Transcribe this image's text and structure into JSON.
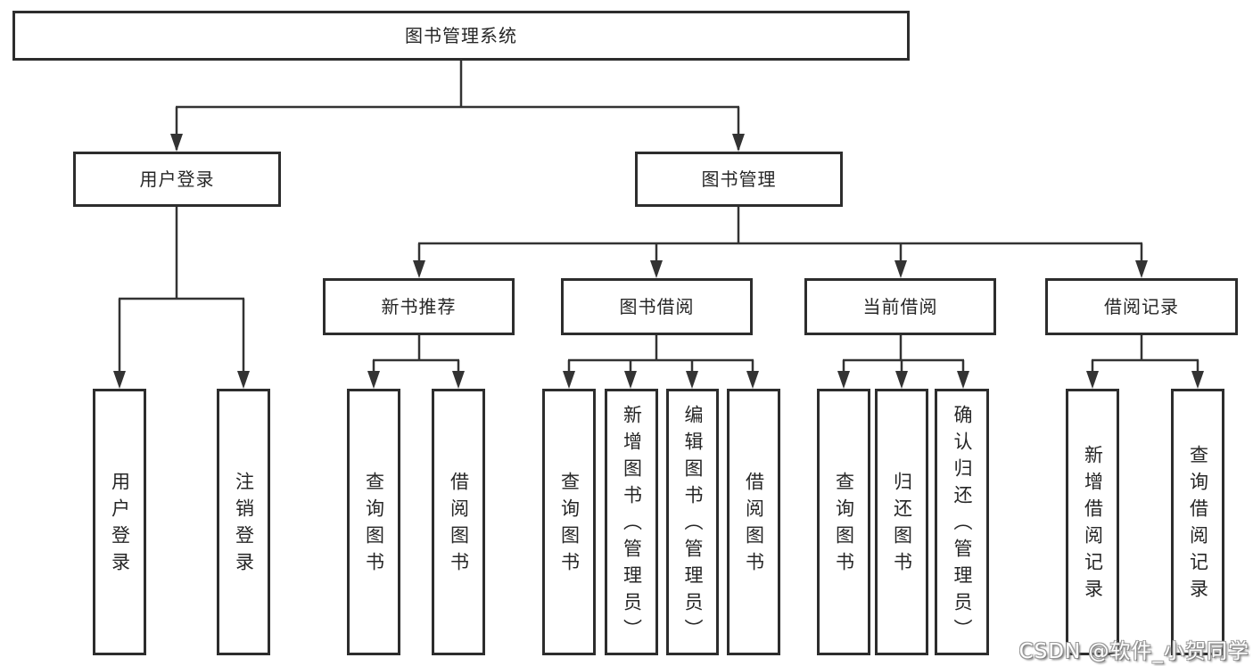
{
  "diagram": {
    "root_label": "图书管理系统",
    "branches": [
      {
        "label": "用户登录",
        "leaves": [
          "用户登录",
          "注销登录"
        ]
      },
      {
        "label": "图书管理",
        "children": [
          {
            "label": "新书推荐",
            "leaves": [
              "查询图书",
              "借阅图书"
            ]
          },
          {
            "label": "图书借阅",
            "leaves": [
              "查询图书",
              "新增图书（管理员）",
              "编辑图书（管理员）",
              "借阅图书"
            ]
          },
          {
            "label": "当前借阅",
            "leaves": [
              "查询图书",
              "归还图书",
              "确认归还（管理员）"
            ]
          },
          {
            "label": "借阅记录",
            "leaves": [
              "新增借阅记录",
              "查询借阅记录"
            ]
          }
        ]
      }
    ]
  },
  "watermark": "CSDN @软件_小贺同学",
  "colors": {
    "line": "#333333",
    "box_border": "#2d2d2d",
    "text": "#262626",
    "background": "#ffffff",
    "watermark_fill": "#ffffff"
  }
}
